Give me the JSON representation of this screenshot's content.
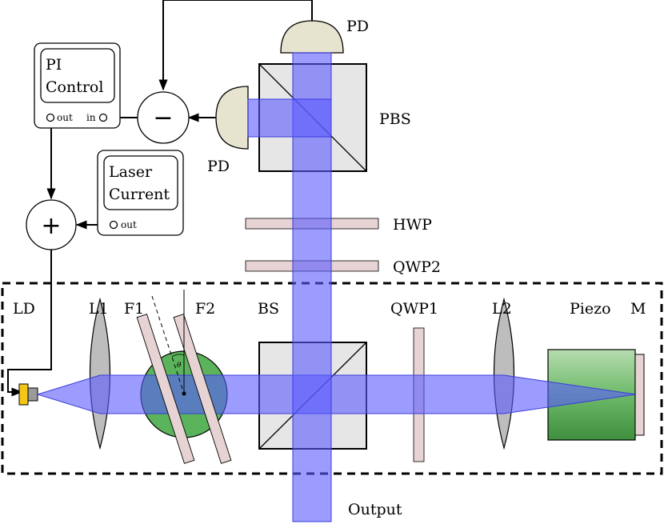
{
  "labels": {
    "pd_top": "PD",
    "pd_left": "PD",
    "pbs": "PBS",
    "hwp": "HWP",
    "qwp2": "QWP2",
    "ld": "LD",
    "l1": "L1",
    "f1": "F1",
    "f2": "F2",
    "bs": "BS",
    "qwp1": "QWP1",
    "l2": "L2",
    "piezo": "Piezo",
    "m": "M",
    "output": "Output",
    "theta": "θ"
  },
  "pi_control": {
    "line1": "PI",
    "line2": "Control",
    "port_out": "out",
    "port_in": "in"
  },
  "laser_current": {
    "line1": "Laser",
    "line2": "Current",
    "port_out": "out"
  },
  "operators": {
    "subtract": "−",
    "add": "+"
  },
  "colors": {
    "beam": "#5a5aff",
    "pd_fill": "#e6e4cf",
    "waveplate_fill": "#e7d3d3",
    "lens_fill": "#bdbdbd",
    "cube_fill": "#e6e6e6",
    "laser_yellow": "#f5c518",
    "filter_green": "#5bb35b"
  }
}
